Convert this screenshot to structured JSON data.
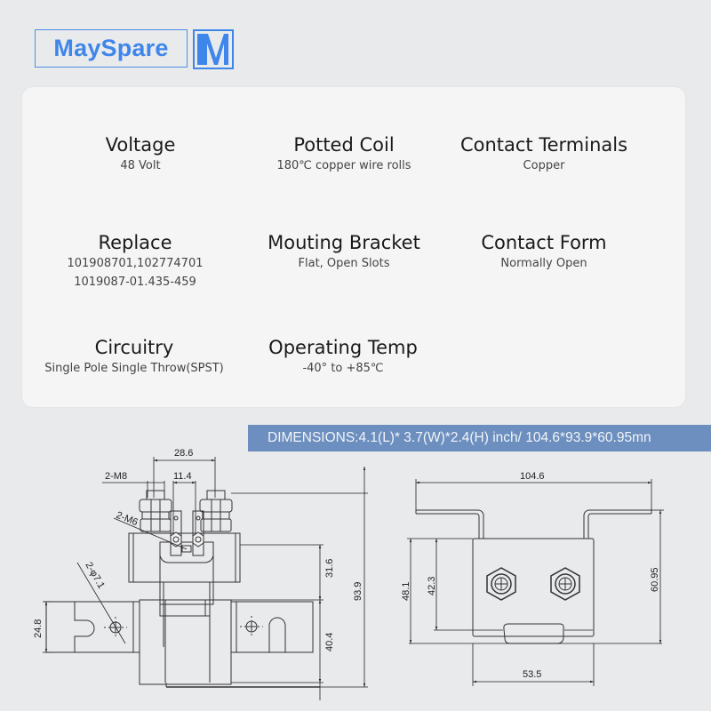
{
  "brand": {
    "name": "MaySpare",
    "logo_letter": "M",
    "color": "#3e86ea"
  },
  "specs": [
    {
      "title": "Voltage",
      "values": [
        "48 Volt"
      ]
    },
    {
      "title": "Potted Coil",
      "values": [
        "180℃ copper wire rolls"
      ]
    },
    {
      "title": "Contact Terminals",
      "values": [
        "Copper"
      ]
    },
    {
      "title": "Replace",
      "values": [
        "101908701,102774701",
        "1019087-01.435-459"
      ]
    },
    {
      "title": "Mouting Bracket",
      "values": [
        "Flat, Open Slots"
      ]
    },
    {
      "title": "Contact Form",
      "values": [
        "Normally Open"
      ]
    },
    {
      "title": "Circuitry",
      "values": [
        "Single Pole Single Throw(SPST)"
      ]
    },
    {
      "title": "Operating Temp",
      "values": [
        "-40° to +85℃"
      ]
    }
  ],
  "dimensions_banner": {
    "text": "DIMENSIONS:4.1(L)* 3.7(W)*2.4(H) inch/ 104.6*93.9*60.95mn",
    "color": "#6c8fbf"
  },
  "drawing_left": {
    "labels": {
      "top_width": "28.6",
      "inner_width": "11.4",
      "bolt_large": "2-M8",
      "bolt_small": "2-M6",
      "hole": "2-φ7.1",
      "bracket_height": "24.8",
      "upper_height": "31.6",
      "lower_height": "40.4",
      "total_height": "93.9"
    }
  },
  "drawing_right": {
    "labels": {
      "total_width": "104.6",
      "body_width": "53.5",
      "height_outer": "48.1",
      "height_inner": "42.3",
      "total_height": "60.95"
    }
  }
}
